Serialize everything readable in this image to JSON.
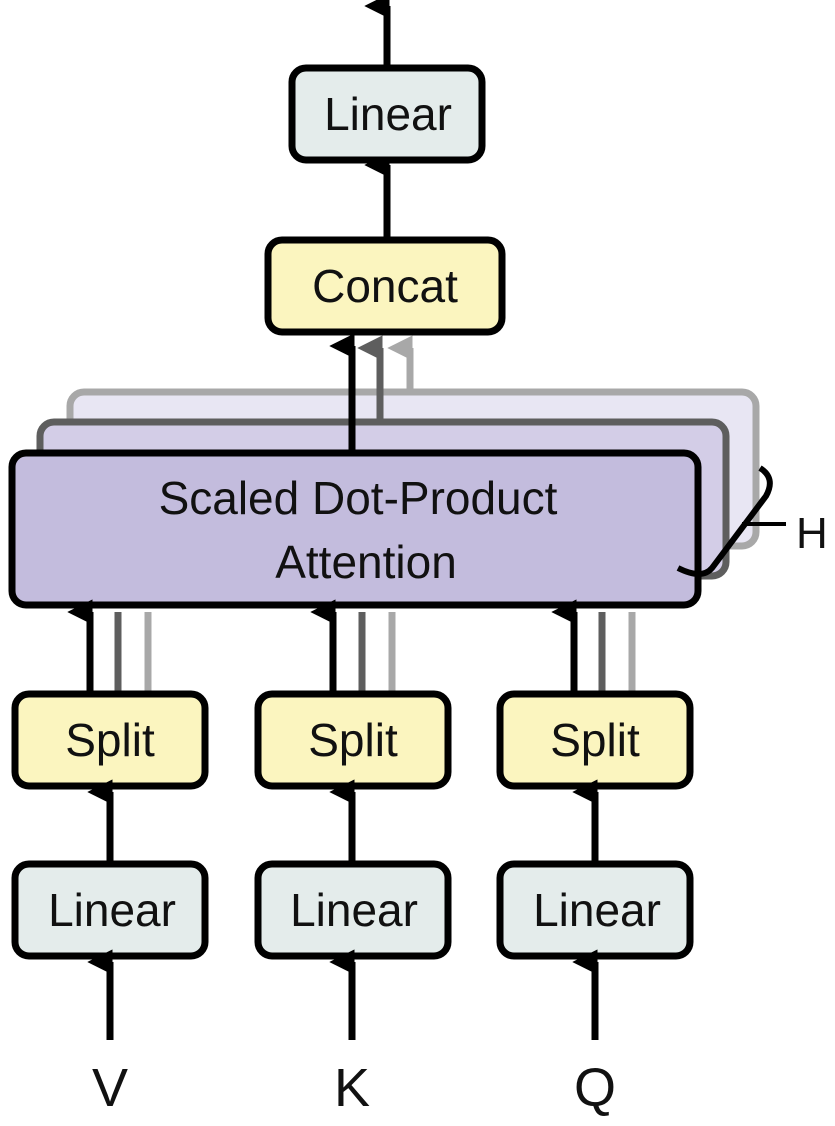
{
  "output_linear": {
    "label": "Linear"
  },
  "concat": {
    "label": "Concat"
  },
  "attention": {
    "line1": "Scaled Dot-Product",
    "line2": "Attention"
  },
  "heads_label": "H",
  "branches": [
    {
      "split_label": "Split",
      "linear_label": "Linear",
      "input": "V"
    },
    {
      "split_label": "Split",
      "linear_label": "Linear",
      "input": "K"
    },
    {
      "split_label": "Split",
      "linear_label": "Linear",
      "input": "Q"
    }
  ],
  "colors": {
    "linear_fill": "#e4eceb",
    "concat_fill": "#fbf5bf",
    "split_fill": "#fbf5bf",
    "attention_fill": "#c3bcdd",
    "stroke": "#000000",
    "stack_mid": "#5e5e5e",
    "stack_back": "#a8a8a8"
  }
}
